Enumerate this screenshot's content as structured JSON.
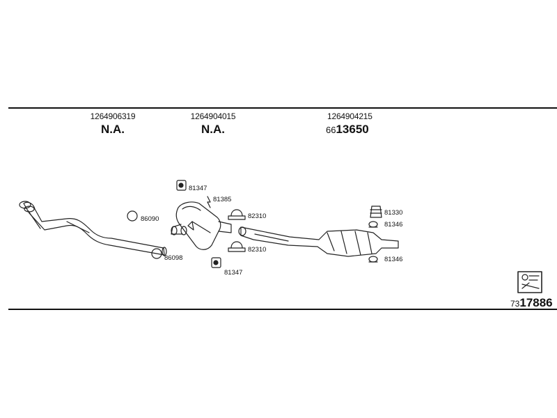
{
  "headers": [
    {
      "part_no": "1264906319",
      "value": "N.A."
    },
    {
      "part_no": "1264904015",
      "value": "N.A."
    },
    {
      "part_no": "1264904215",
      "value_prefix": "66",
      "value_main": "13650"
    }
  ],
  "part_labels": {
    "p81347_top": "81347",
    "p81385": "81385",
    "p86090": "86090",
    "p82310_top": "82310",
    "p82310_bottom": "82310",
    "p86098": "86098",
    "p81347_bottom": "81347",
    "p81330": "81330",
    "p81346_top": "81346",
    "p81346_bottom": "81346"
  },
  "code": {
    "prefix": "73",
    "main": "17886"
  }
}
